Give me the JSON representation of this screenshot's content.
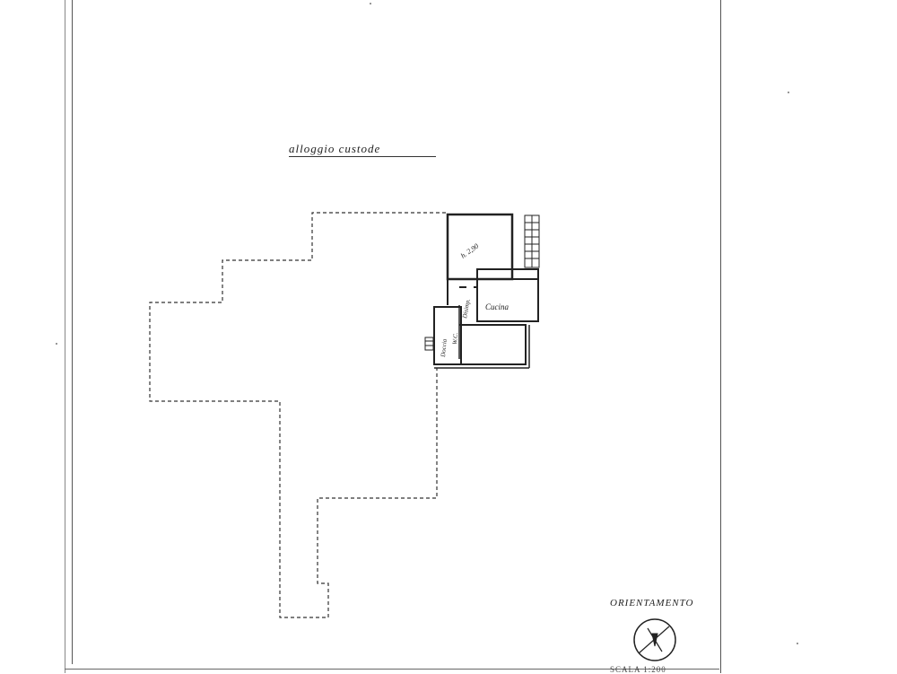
{
  "drawing": {
    "title": "alloggio custode",
    "rooms": {
      "main_room": "h. 2,90",
      "disimpegno": "Disimp.",
      "cucina": "Cucina",
      "doccia": "Doccia",
      "wc": "W.C."
    },
    "orientation_label": "ORIENTAMENTO",
    "scale_label": "SCALA 1:200"
  },
  "colors": {
    "ink": "#222222",
    "paper": "#ffffff"
  }
}
